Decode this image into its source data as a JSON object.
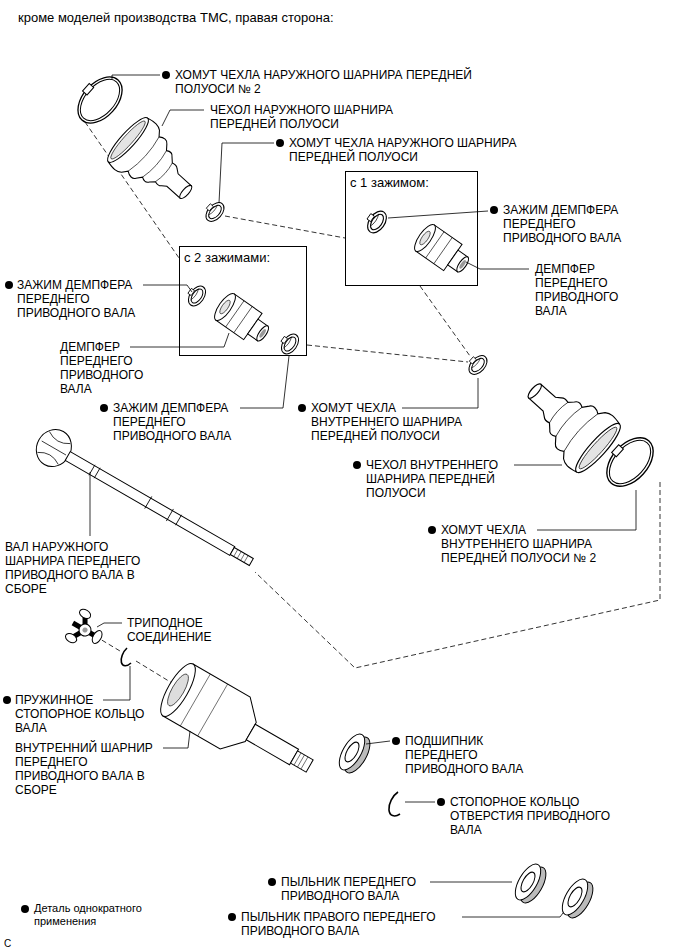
{
  "diagram": {
    "title": "кроме моделей производства ТМС, правая сторона:",
    "nodes": [
      {
        "text": [
          "с 1 зажимом:"
        ]
      },
      {
        "text": [
          "с 2 зажимами:"
        ]
      }
    ],
    "labels": [
      "ХОМУТ ЧЕХЛА НАРУЖНОГО ШАРНИРА ПЕРЕДНЕЙ ПОЛУОСИ № 2",
      "ЧЕХОЛ НАРУЖНОГО ШАРНИРА ПЕРЕДНЕЙ ПОЛУОСИ",
      "ХОМУТ ЧЕХЛА НАРУЖНОГО ШАРНИРА ПЕРЕДНЕЙ ПОЛУОСИ",
      "ЗАЖИМ ДЕМПФЕРА ПЕРЕДНЕГО ПРИВОДНОГО ВАЛА",
      "ДЕМПФЕР ПЕРЕДНЕГО ПРИВОДНОГО ВАЛА",
      "ЗАЖИМ ДЕМПФЕРА ПЕРЕДНЕГО ПРИВОДНОГО ВАЛА",
      "ДЕМПФЕР ПЕРЕДНЕГО ПРИВОДНОГО ВАЛА",
      "ЗАЖИМ ДЕМПФЕРА ПЕРЕДНЕГО ПРИВОДНОГО ВАЛА",
      "ХОМУТ ЧЕХЛА ВНУТРЕННЕГО ШАРНИРА ПЕРЕДНЕЙ ПОЛУОСИ",
      "ЧЕХОЛ ВНУТРЕННЕГО ШАРНИРА ПЕРЕДНЕЙ ПОЛУОСИ",
      "ХОМУТ ЧЕХЛА ВНУТРЕННЕГО ШАРНИРА ПЕРЕДНЕЙ ПОЛУОСИ № 2",
      "ВАЛ НАРУЖНОГО ШАРНИРА ПЕРЕДНЕГО ПРИВОДНОГО ВАЛА В СБОРЕ",
      "ТРИПОДНОЕ СОЕДИНЕНИЕ",
      "ПРУЖИННОЕ СТОПОРНОЕ КОЛЬЦО ВАЛА",
      "ВНУТРЕННИЙ ШАРНИР ПЕРЕДНЕГО ПРИВОДНОГО ВАЛА В СБОРЕ",
      "ПОДШИПНИК ПЕРЕДНЕГО ПРИВОДНОГО ВАЛА",
      "СТОПОРНОЕ КОЛЬЦО ОТВЕРСТИЯ ПРИВОДНОГО ВАЛА",
      "ПЫЛЬНИК ПЕРЕДНЕГО ПРИВОДНОГО ВАЛА",
      "ПЫЛЬНИК ПРАВОГО ПЕРЕДНЕГО ПРИВОДНОГО ВАЛА",
      "C"
    ],
    "legend": [
      {
        "text": "Деталь однократного применения"
      }
    ]
  }
}
